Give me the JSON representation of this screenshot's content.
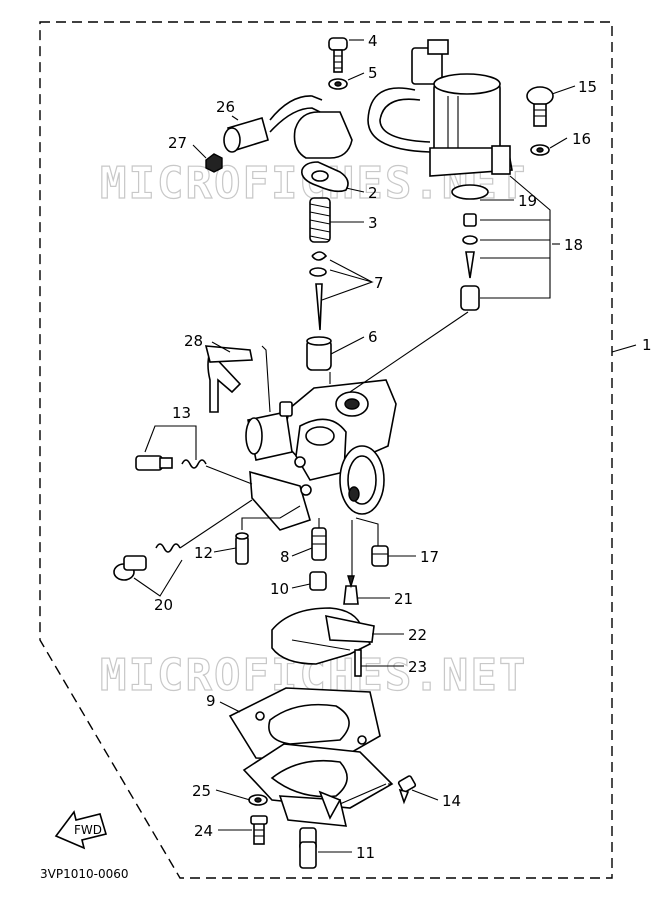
{
  "diagram": {
    "watermark_top": "MICROFICHES.NET",
    "watermark_bottom": "MICROFICHES.NET",
    "figure_code": "3VP1010-0060",
    "fwd_label": "FWD",
    "callouts": {
      "c1": "1",
      "c2": "2",
      "c3": "3",
      "c4": "4",
      "c5": "5",
      "c6": "6",
      "c7": "7",
      "c8": "8",
      "c9": "9",
      "c10": "10",
      "c11": "11",
      "c12": "12",
      "c13": "13",
      "c14": "14",
      "c15": "15",
      "c16": "16",
      "c17": "17",
      "c18": "18",
      "c19": "19",
      "c20": "20",
      "c21": "21",
      "c22": "22",
      "c23": "23",
      "c24": "24",
      "c25": "25",
      "c26": "26",
      "c27": "27",
      "c28": "28"
    }
  }
}
